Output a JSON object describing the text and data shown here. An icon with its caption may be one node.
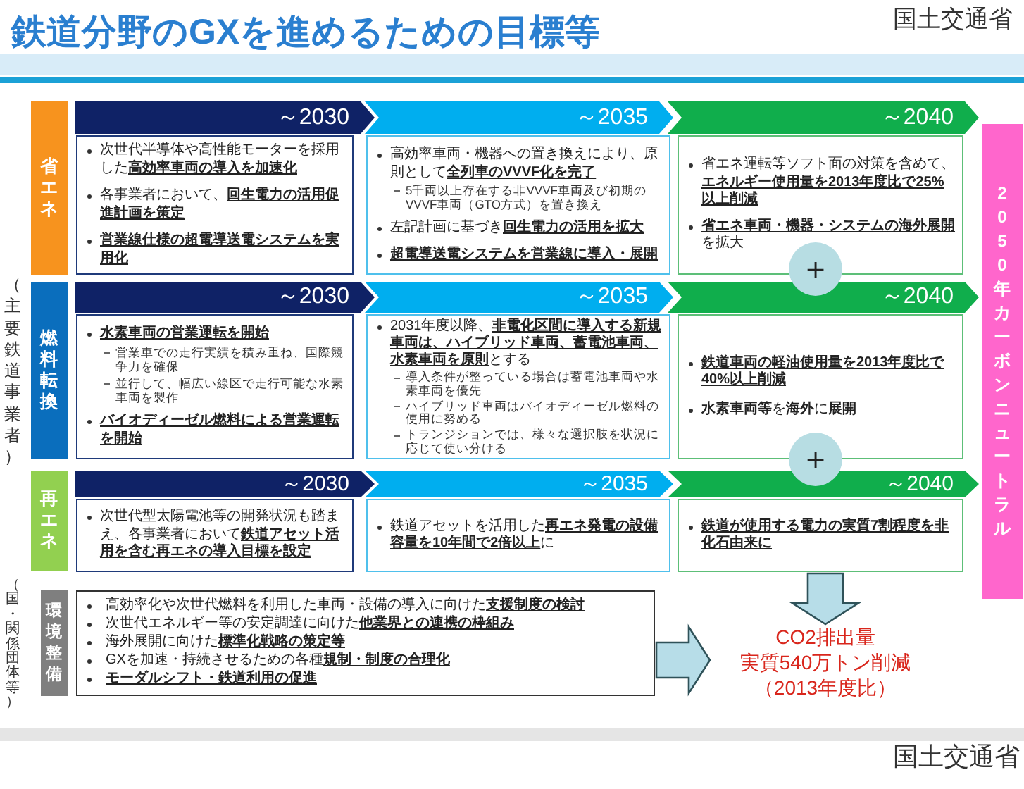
{
  "diagram": {
    "title": "鉄道分野のGXを進めるための目標等",
    "nodes": [
      {
        "text": [
          "省エネ"
        ]
      },
      {
        "text": [
          "～2030"
        ]
      },
      {
        "text": [
          "次世代半導体や高性能モーターを採用した**高効率車両の導入を加速化**",
          "各事業者において、**回生電力の活用促進計画を策定**",
          "営業線仕様の超電導送電システムを実用化"
        ]
      },
      {
        "text": [
          "～2035"
        ]
      },
      {
        "text": [
          "高効率車両・機器への置き換えにより、原則として**全列車のVVVF化を完了**",
          "5千両以上存在する非VVVF車両及び初期のVVVF車両（GTO方式）を置き換え",
          "左記計画に基づき**回生電力の活用を拡大**",
          "超電導送電システムを営業線に導入・展開"
        ]
      },
      {
        "text": [
          "～2040"
        ]
      },
      {
        "text": [
          "省エネ運転等ソフト面の対策を含めて、**エネルギー使用量を2013年度比で25%以上削減**",
          "**省エネ車両・機器・システムの海外展開**を拡大"
        ]
      },
      {
        "text": [
          "2050年カーボンニュートラル"
        ]
      },
      {
        "text": [
          "＋"
        ]
      },
      {
        "text": [
          "燃料転換"
        ]
      },
      {
        "text": [
          "～2030"
        ]
      },
      {
        "text": [
          "水素車両の営業運転を開始",
          "営業車での走行実績を積み重ね、国際競争力を確保",
          "並行して、幅広い線区で走行可能な水素車両を製作",
          "バイオディーゼル燃料による営業運転を開始"
        ]
      },
      {
        "text": [
          "～2035"
        ]
      },
      {
        "text": [
          "2031年度以降、**非電化区間に導入する新規車両は、ハイブリッド車両、蓄電池車両、水素車両を原則**とする",
          "導入条件が整っている場合は蓄電池車両や水素車両を優先",
          "ハイブリッド車両はバイオディーゼル燃料の使用に努める",
          "トランジションでは、様々な選択肢を状況に応じて使い分ける"
        ]
      },
      {
        "text": [
          "～2040"
        ]
      },
      {
        "text": [
          "鉄道車両の軽油使用量を2013年度比で40%以上削減",
          "**水素車両等**を**海外**に**展開**"
        ]
      },
      {
        "text": [
          "＋"
        ]
      },
      {
        "text": [
          "再エネ"
        ]
      },
      {
        "text": [
          "～2030"
        ]
      },
      {
        "text": [
          "次世代型太陽電池等の開発状況も踏まえ、各事業者において**鉄道アセット活用を含む再エネの導入目標を設定**"
        ]
      },
      {
        "text": [
          "～2035"
        ]
      },
      {
        "text": [
          "鉄道アセットを活用した**再エネ発電の設備容量を10年間で2倍以上**に"
        ]
      },
      {
        "text": [
          "～2040"
        ]
      },
      {
        "text": [
          "鉄道が使用する電力の実質7割程度を非化石由来に"
        ]
      },
      {
        "text": [
          "環境整備"
        ]
      },
      {
        "text": [
          "高効率化や次世代燃料を利用した車両・設備の導入に向けた**支援制度の検討**",
          "次世代エネルギー等の安定調達に向けた**他業界との連携の枠組み**",
          "海外展開に向けた**標準化戦略の策定等**",
          "GXを加速・持続させるための各種**規制・制度の合理化**",
          "モーダルシフト・鉄道利用の促進"
        ]
      },
      {
        "text": [
          "CO2排出量",
          "実質540万トン削減",
          "（2013年度比）"
        ]
      }
    ],
    "edges": [
      {
        "from": 23,
        "to": 26,
        "arrow": "to"
      },
      {
        "from": 25,
        "to": 26,
        "arrow": "to"
      }
    ],
    "labels": [
      "国土交通省",
      "（主要鉄道事業者）",
      "（国・関係団体等）",
      "国土交通省"
    ]
  }
}
